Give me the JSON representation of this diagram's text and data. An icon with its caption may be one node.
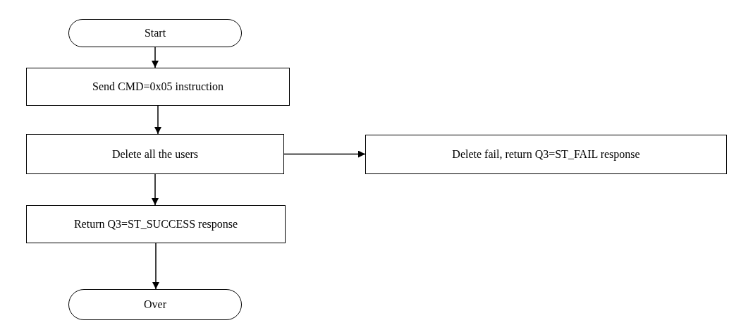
{
  "diagram": {
    "nodes": [
      {
        "text": [
          "Start"
        ]
      },
      {
        "text": [
          "Send CMD=0x05 instruction"
        ]
      },
      {
        "text": [
          "Delete all the users"
        ]
      },
      {
        "text": [
          "Delete fail, return Q3=ST_FAIL response"
        ]
      },
      {
        "text": [
          "Return Q3=ST_SUCCESS response"
        ]
      },
      {
        "text": [
          "Over"
        ]
      }
    ],
    "edges": [
      {
        "from": 0,
        "to": 1,
        "arrow": "to"
      },
      {
        "from": 1,
        "to": 2,
        "arrow": "to"
      },
      {
        "from": 2,
        "to": 3,
        "arrow": "to"
      },
      {
        "from": 2,
        "to": 4,
        "arrow": "to"
      },
      {
        "from": 4,
        "to": 5,
        "arrow": "to"
      }
    ]
  }
}
